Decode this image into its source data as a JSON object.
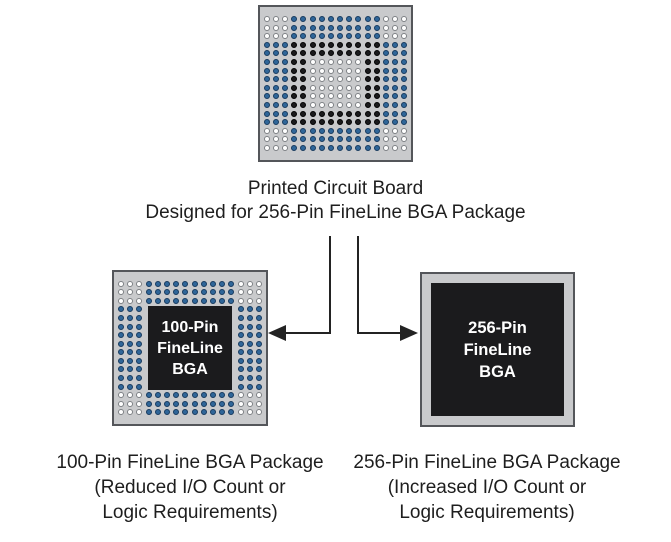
{
  "colors": {
    "background": "#ffffff",
    "board_fill": "#c9cacc",
    "board_border": "#54565a",
    "ball_blue": "#2f6699",
    "ball_blue_ring": "#173a5e",
    "ball_black": "#1a1a1c",
    "ball_white": "#ffffff",
    "ball_white_ring": "#7d8084",
    "die_fill": "#1b1b1d",
    "die_text": "#ffffff",
    "connector": "#232323",
    "text": "#1e1e1e"
  },
  "pcb": {
    "caption": [
      "Printed Circuit Board",
      "Designed for 256-Pin FineLine BGA Package"
    ],
    "grid": [
      "WWWBBBBBBBBBBWWW",
      "WWWBBBBBBBBBBWWW",
      "WWWBBBBBBBBBBWWW",
      "BBBKKKKKKKKKKBBB",
      "BBBKKKKKKKKKKBBB",
      "BBBKKWWWWWWKKBBB",
      "BBBKKWWWWWWKKBBB",
      "BBBKKWWWWWWKKBBB",
      "BBBKKWWWWWWKKBBB",
      "BBBKKWWWWWWKKBBB",
      "BBBKKWWWWWWKKBBB",
      "BBBKKKKKKKKKKBBB",
      "BBBKKKKKKKKKKBBB",
      "WWWBBBBBBBBBBWWW",
      "WWWBBBBBBBBBBWWW",
      "WWWBBBBBBBBBBWWW"
    ]
  },
  "pkg100": {
    "label": [
      "100-Pin",
      "FineLine",
      "BGA"
    ],
    "caption": [
      "100-Pin FineLine BGA Package",
      "(Reduced I/O Count or",
      "Logic Requirements)"
    ],
    "grid": [
      "WWWBBBBBBBBBBWWW",
      "WWWBBBBBBBBBBWWW",
      "WWWBBBBBBBBBBWWW",
      "BBB..........BBB",
      "BBB..........BBB",
      "BBB..........BBB",
      "BBB..........BBB",
      "BBB..........BBB",
      "BBB..........BBB",
      "BBB..........BBB",
      "BBB..........BBB",
      "BBB..........BBB",
      "BBB..........BBB",
      "WWWBBBBBBBBBBWWW",
      "WWWBBBBBBBBBBWWW",
      "WWWBBBBBBBBBBWWW"
    ]
  },
  "pkg256": {
    "label": [
      "256-Pin",
      "FineLine",
      "BGA"
    ],
    "caption": [
      "256-Pin FineLine BGA Package",
      "(Increased I/O Count or",
      "Logic Requirements)"
    ]
  }
}
